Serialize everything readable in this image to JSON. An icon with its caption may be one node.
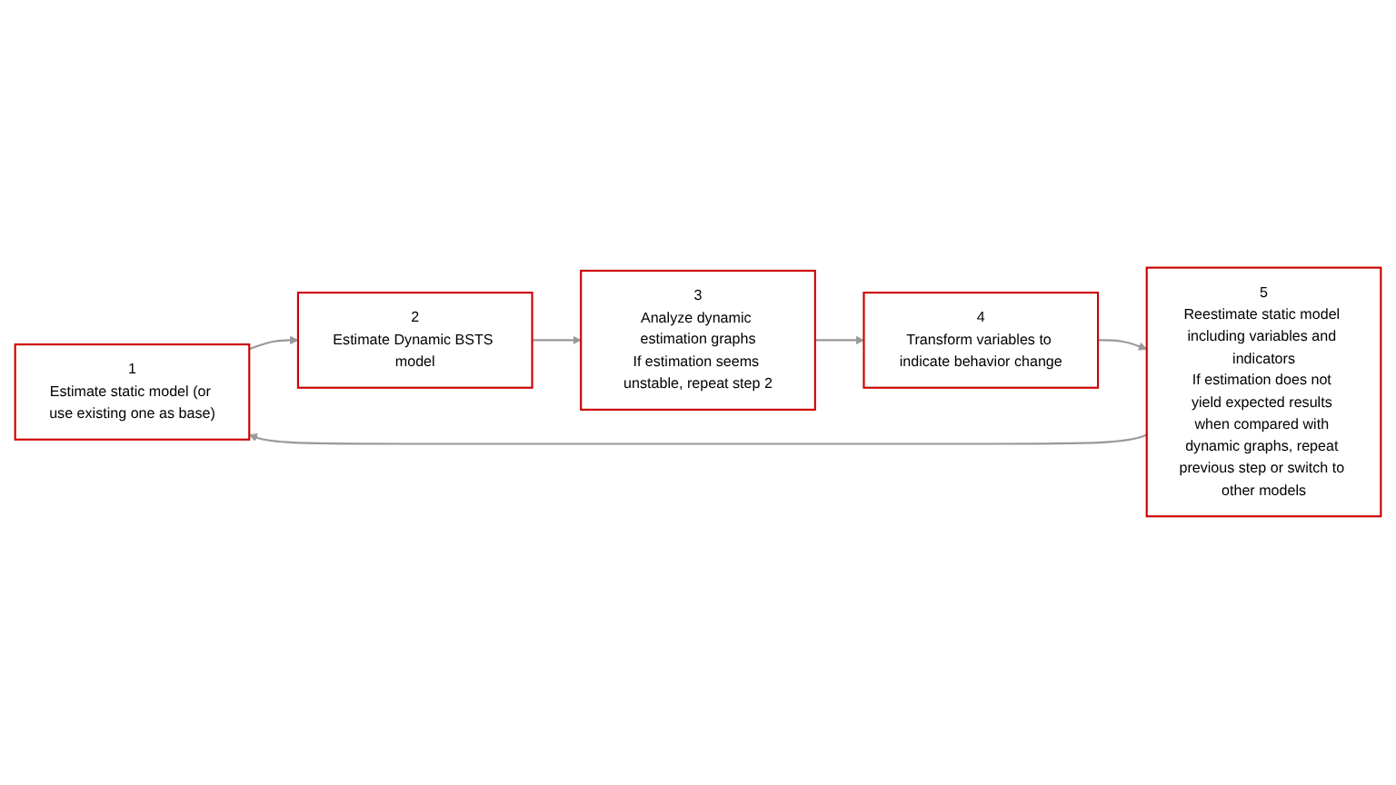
{
  "diagram": {
    "nodes": [
      {
        "text": [
          "1",
          "Estimate static model (or use existing one as base)"
        ]
      },
      {
        "text": [
          "2",
          "Estimate Dynamic BSTS model"
        ]
      },
      {
        "text": [
          "3",
          "Analyze dynamic estimation graphs",
          "If estimation seems unstable, repeat step 2"
        ]
      },
      {
        "text": [
          "4",
          "Transform variables to indicate behavior change"
        ]
      },
      {
        "text": [
          "5",
          "Reestimate static model including variables and indicators",
          "If estimation does not yield expected results when compared with dynamic graphs, repeat previous step or switch to other models"
        ]
      }
    ],
    "edges": [
      {
        "from": 0,
        "to": 1,
        "arrow": "to"
      },
      {
        "from": 1,
        "to": 2,
        "arrow": "to"
      },
      {
        "from": 2,
        "to": 3,
        "arrow": "to"
      },
      {
        "from": 3,
        "to": 4,
        "arrow": "to"
      },
      {
        "from": 4,
        "to": 0,
        "arrow": "to"
      }
    ]
  }
}
